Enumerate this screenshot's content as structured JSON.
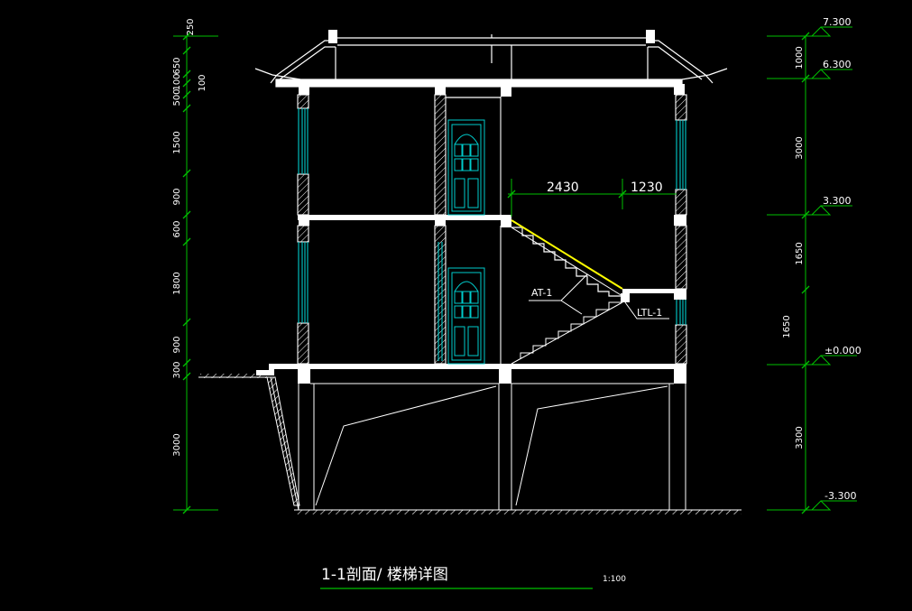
{
  "left_dims": [
    "250",
    "650",
    "100",
    "100",
    "500",
    "1500",
    "900",
    "600",
    "1800",
    "900",
    "300",
    "3000"
  ],
  "right_dims": [
    "1000",
    "3000",
    "1650",
    "1650",
    "3300"
  ],
  "elevations": [
    "7.300",
    "6.300",
    "3.300",
    "±0.000",
    "-3.300"
  ],
  "stair_dims": [
    "2430",
    "1230"
  ],
  "labels": {
    "at1": "AT-1",
    "ltl1": "LTL-1"
  },
  "title": "1-1剖面/ 楼梯详图",
  "scale": "1:100",
  "colors": {
    "background": "#000000",
    "structure": "#ffffff",
    "dimension": "#00c000",
    "window": "#00cccc",
    "stair_edge": "#ffff00"
  }
}
